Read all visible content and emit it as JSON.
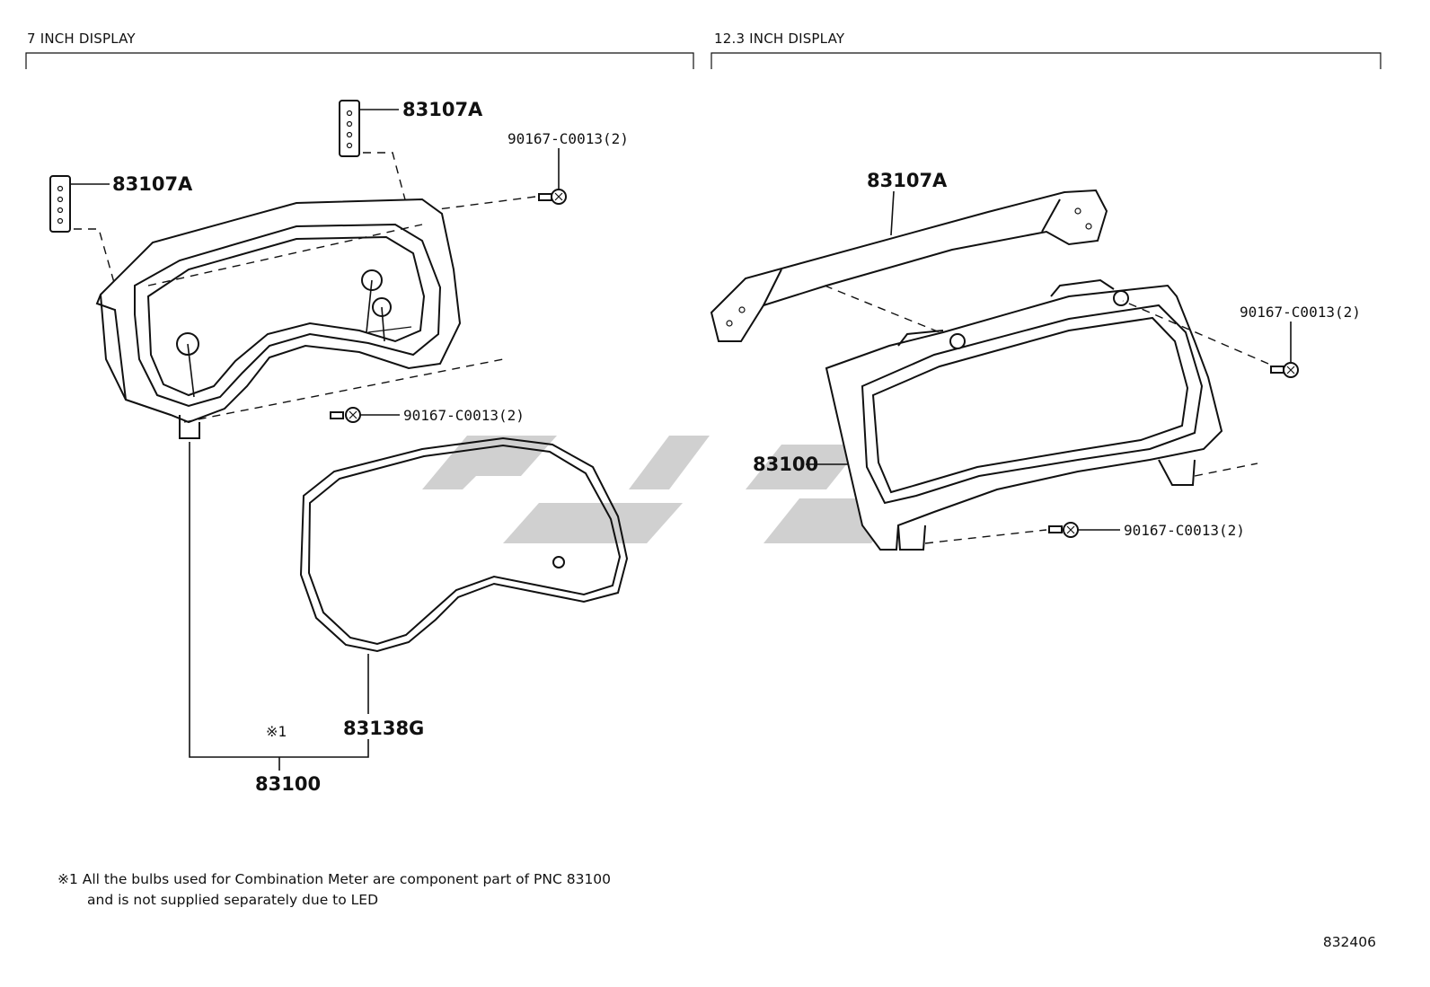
{
  "sections": {
    "left_title": "7 INCH DISPLAY",
    "right_title": "12.3 INCH DISPLAY"
  },
  "left_callouts": {
    "bracket_top": "83107A",
    "bracket_left": "83107A",
    "screw_top": "90167-C0013(2)",
    "screw_bottom": "90167-C0013(2)",
    "lens": "83138G",
    "note_mark": "※1",
    "assembly": "83100"
  },
  "right_callouts": {
    "bracket": "83107A",
    "assembly": "83100",
    "screw_top": "90167-C0013(2)",
    "screw_bottom": "90167-C0013(2)"
  },
  "footnote": {
    "line1": "※1 All the bulbs used for Combination Meter are component part of PNC 83100",
    "line2": "and is not supplied separately due to LED"
  },
  "diagram_id": "832406",
  "colors": {
    "ink": "#111111",
    "watermark": "#c8c8c8"
  }
}
